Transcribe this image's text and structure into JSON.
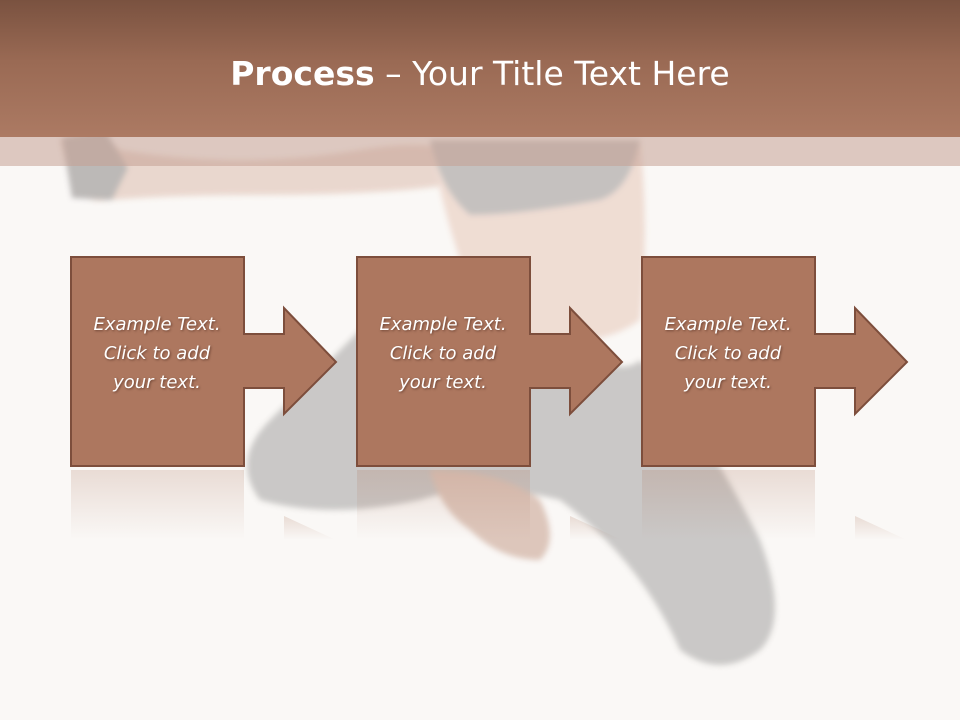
{
  "slide": {
    "title_bold": "Process",
    "title_rest": " – Your Title Text Here"
  },
  "colors": {
    "header_dark": "#7a5240",
    "header_light": "#ac7a63",
    "box_fill": "#ad775f",
    "box_border": "#7d4e3c",
    "background": "#faf8f6"
  },
  "steps": [
    {
      "lines": [
        "Example Text.",
        "Click  to add",
        "your text."
      ]
    },
    {
      "lines": [
        "Example Text.",
        "Click  to add",
        "your text."
      ]
    },
    {
      "lines": [
        "Example Text.",
        "Click  to add",
        "your text."
      ]
    }
  ]
}
